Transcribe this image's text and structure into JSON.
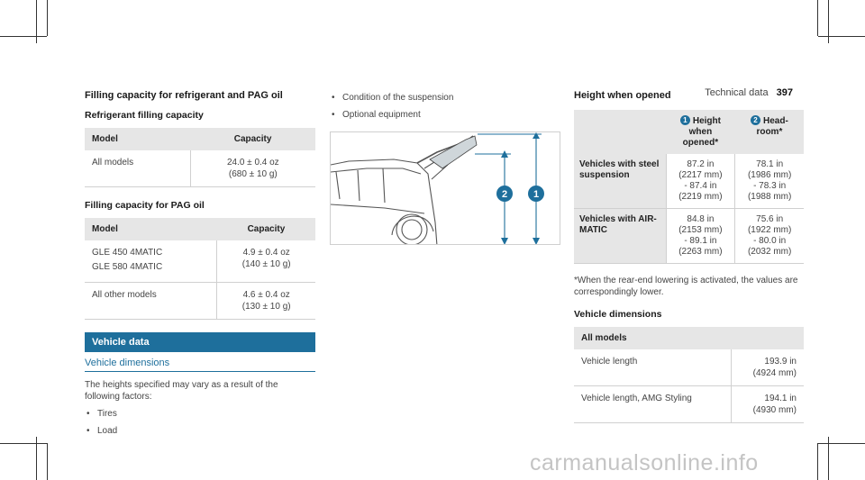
{
  "header": {
    "section": "Technical data",
    "page_number": "397"
  },
  "col1": {
    "title": "Filling capacity for refrigerant and PAG oil",
    "refrigerant": {
      "title": "Refrigerant filling capacity",
      "headers": [
        "Model",
        "Capacity"
      ],
      "rows": [
        {
          "model": "All models",
          "cap1": "24.0 ± 0.4 oz",
          "cap2": "(680 ± 10 g)"
        }
      ]
    },
    "pag": {
      "title": "Filling capacity for PAG oil",
      "headers": [
        "Model",
        "Capacity"
      ],
      "rows": [
        {
          "model1": "GLE 450 4MATIC",
          "model2": "GLE 580 4MATIC",
          "cap1": "4.9 ± 0.4 oz",
          "cap2": "(140 ± 10 g)"
        },
        {
          "model1": "All other models",
          "model2": "",
          "cap1": "4.6 ± 0.4 oz",
          "cap2": "(130 ± 10 g)"
        }
      ]
    },
    "vehicle_data_bar": "Vehicle data",
    "vehicle_dimensions_title": "Vehicle dimensions",
    "intro": "The heights specified may vary as a result of the following factors:",
    "bullets": [
      "Tires",
      "Load"
    ]
  },
  "col2": {
    "bullets": [
      "Condition of the suspension",
      "Optional equipment"
    ],
    "figure": {
      "callout_1": "1",
      "callout_2": "2",
      "accent": "#1e6f9c"
    }
  },
  "col3": {
    "title": "Height when opened",
    "col_heads": [
      {
        "badge": "1",
        "l1": "Height",
        "l2": "when",
        "l3": "opened*"
      },
      {
        "badge": "2",
        "l1": "Head-",
        "l2": "room*",
        "l3": ""
      }
    ],
    "rows": [
      {
        "label": "Vehicles with steel suspension",
        "a": [
          "87.2 in",
          "(2217 mm)",
          "- 87.4 in",
          "(2219 mm)"
        ],
        "b": [
          "78.1 in",
          "(1986 mm)",
          "- 78.3 in",
          "(1988 mm)"
        ]
      },
      {
        "label": "Vehicles with AIR-MATIC",
        "a": [
          "84.8 in",
          "(2153 mm)",
          "- 89.1 in",
          "(2263 mm)"
        ],
        "b": [
          "75.6 in",
          "(1922 mm)",
          "- 80.0 in",
          "(2032 mm)"
        ]
      }
    ],
    "note": "*When the rear-end lowering is activated, the values are correspondingly lower.",
    "dims_title": "Vehicle dimensions",
    "dims_header": "All models",
    "dims_rows": [
      {
        "label": "Vehicle length",
        "v1": "193.9 in",
        "v2": "(4924 mm)"
      },
      {
        "label": "Vehicle length, AMG Styling",
        "v1": "194.1 in",
        "v2": "(4930 mm)"
      }
    ]
  },
  "watermark": "carmanualsonline.info"
}
